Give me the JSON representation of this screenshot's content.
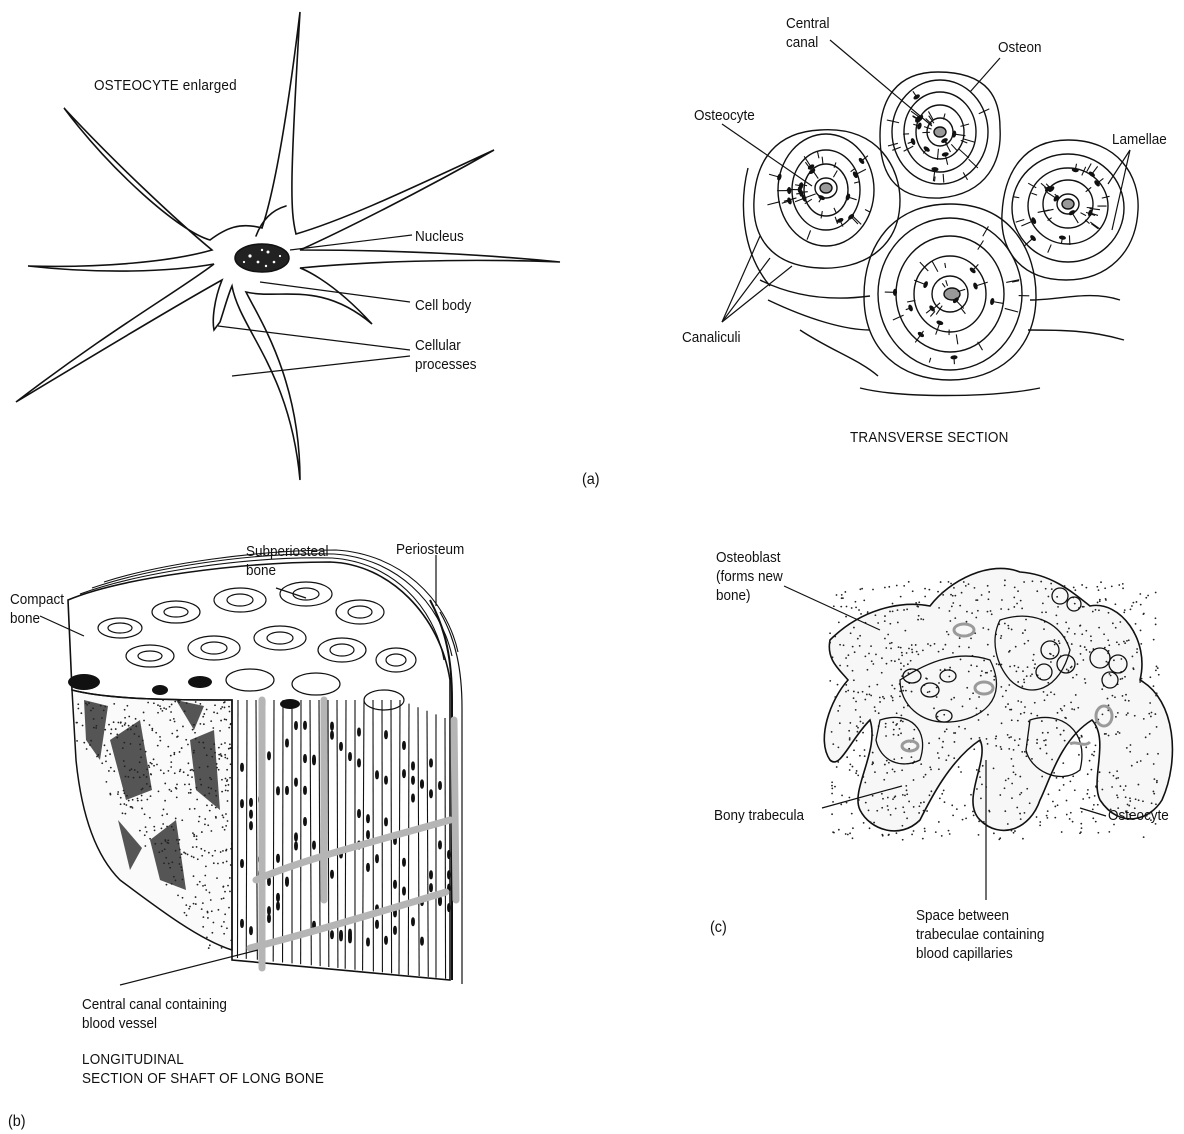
{
  "panels": {
    "a": {
      "letter": "(a)",
      "osteocyte": {
        "title": "OSTEOCYTE enlarged",
        "labels": {
          "nucleus": "Nucleus",
          "cell_body": "Cell body",
          "cellular_processes": "Cellular\nprocesses"
        }
      },
      "transverse": {
        "title": "TRANSVERSE SECTION",
        "labels": {
          "central_canal": "Central\ncanal",
          "osteon": "Osteon",
          "osteocyte": "Osteocyte",
          "lamellae": "Lamellae",
          "canaliculi": "Canaliculi"
        }
      }
    },
    "b": {
      "letter": "(b)",
      "title": "LONGITUDINAL\nSECTION OF SHAFT OF LONG BONE",
      "labels": {
        "compact_bone": "Compact\nbone",
        "subperiosteal_bone": "Subperiosteal\nbone",
        "periosteum": "Periosteum",
        "central_canal": "Central canal containing\nblood vessel"
      }
    },
    "c": {
      "letter": "(c)",
      "labels": {
        "osteoblast": "Osteoblast\n(forms new\nbone)",
        "bony_trabecula": "Bony trabecula",
        "osteocyte": "Osteocyte",
        "space": "Space between\ntrabeculae containing\nblood capillaries"
      }
    }
  },
  "colors": {
    "ink": "#111111",
    "grey": "#b5b5b5",
    "dark_grey": "#7a7a7a"
  }
}
